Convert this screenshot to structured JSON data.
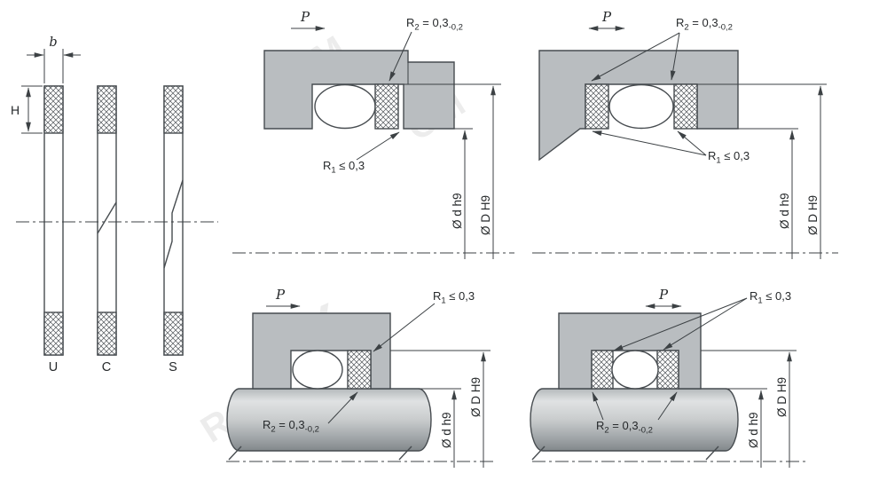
{
  "colors": {
    "line": "#3c4144",
    "metal": "#b9bdc0",
    "metal_highlight": "#e0e2e3",
    "metal_shadow": "#82888b",
    "hatch_line": "#50555a"
  },
  "profiles": {
    "dim_width_label": "b",
    "dim_height_label": "H",
    "types": [
      {
        "label": "U"
      },
      {
        "label": "C"
      },
      {
        "label": "S"
      }
    ]
  },
  "labels": {
    "pressure": "P",
    "r2": {
      "base": "R",
      "sub": "2",
      "value": " = 0,3",
      "tolerance": "-0,2"
    },
    "r1": {
      "base": "R",
      "sub": "1",
      "value": " ≤ 0,3"
    },
    "dia_rod": "Ø d h9",
    "dia_bore": "Ø D H9"
  },
  "watermark": {
    "fragments": [
      "ROM",
      "OM",
      "X",
      "ROM"
    ]
  }
}
